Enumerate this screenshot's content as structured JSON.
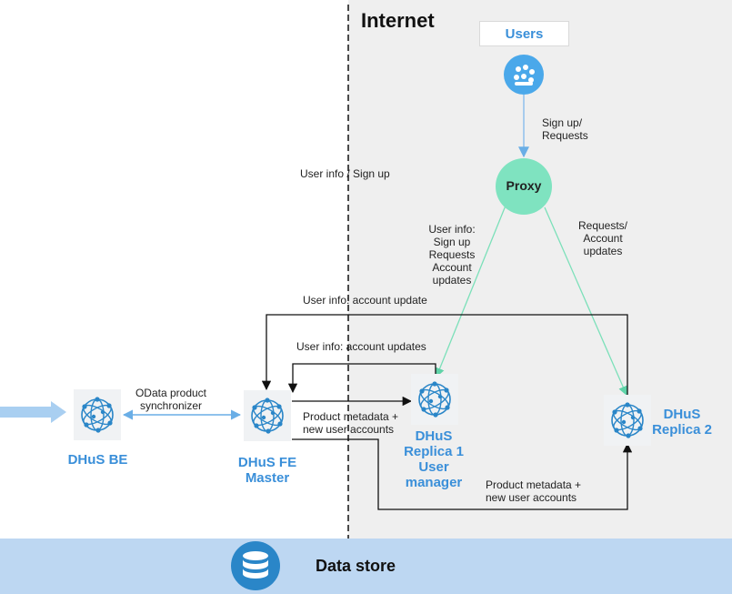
{
  "zones": {
    "internet_title": "Internet"
  },
  "nodes": {
    "users": "Users",
    "proxy": "Proxy",
    "dhus_be": "DHuS BE",
    "dhus_fe": "DHuS FE\nMaster",
    "replica1": "DHuS\nReplica 1\nUser\nmanager",
    "replica2": "DHuS\nReplica 2",
    "datastore": "Data store"
  },
  "edges": {
    "users_to_proxy": "Sign up/\nRequests",
    "user_info_signup": "User info / Sign up",
    "proxy_to_replica1": "User info:\nSign up\nRequests\nAccount\nupdates",
    "proxy_to_replica2": "Requests/\nAccount\nupdates",
    "replica2_to_fe": "User info: account update",
    "replica1_to_fe": "User info: account updates",
    "be_fe_sync": "OData product\nsynchronizer",
    "fe_to_replica1": "Product metadata +\nnew user accounts",
    "fe_to_replica2": "Product metadata +\nnew user accounts"
  },
  "colors": {
    "internet_bg": "#efefef",
    "datastore_bg": "#bdd7f2",
    "proxy_fill": "#7fe3c0",
    "users_fill": "#4aa8ea",
    "node_label": "#3a8fd9",
    "light_edge": "#7be0b9",
    "blue_edge": "#8fc0ec",
    "dark_edge": "#111111"
  },
  "icons": {
    "users": "group-icon",
    "dhus": "network-globe-icon",
    "datastore": "database-icon"
  }
}
